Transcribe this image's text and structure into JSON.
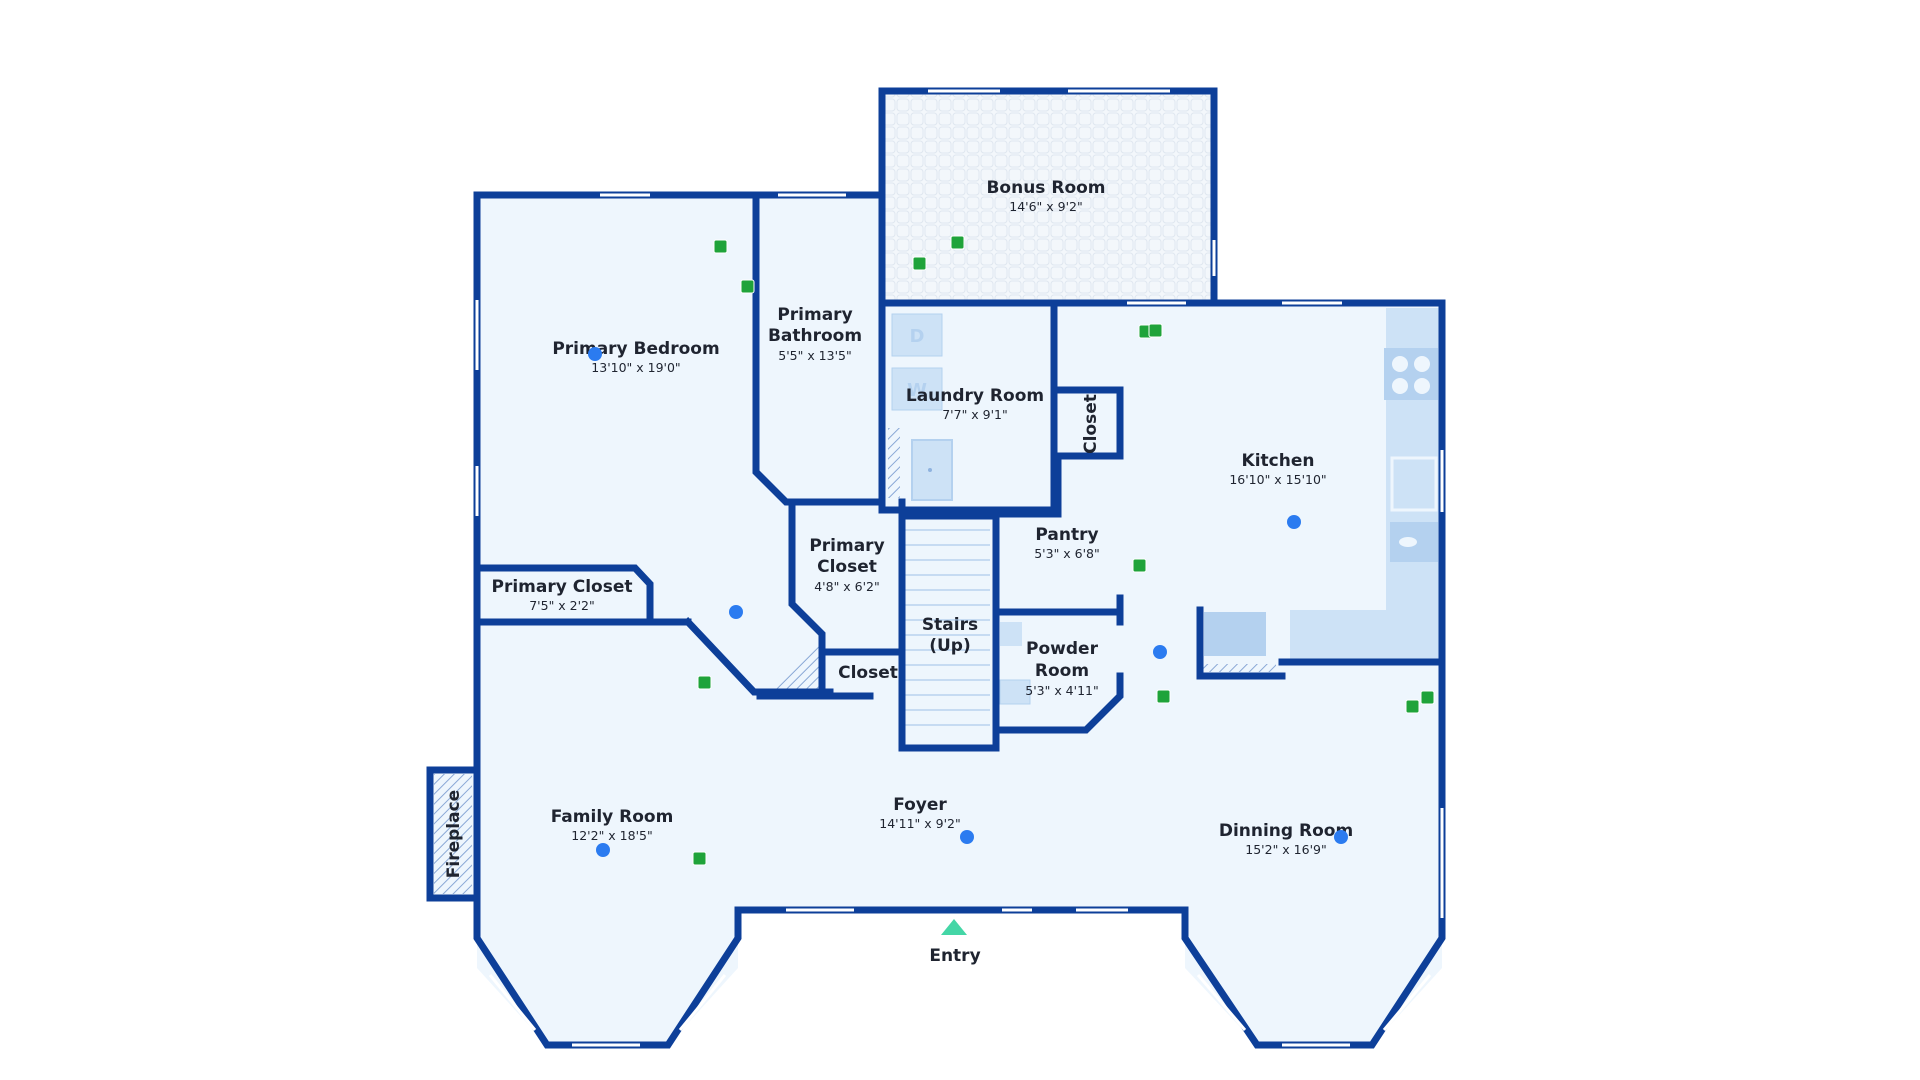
{
  "colors": {
    "wall": "#0d3f99",
    "floor": "#eef6fd",
    "fixture": "#cde2f6",
    "fixture_dark": "#b4d1ef",
    "photo_marker": "#2b7bf0",
    "camera_marker": "#1fa33a",
    "entry_marker": "#44d6a6",
    "window": "#ffffff",
    "text": "#1f2430"
  },
  "icons": {
    "photo": "blue-dot-photo-icon",
    "camera": "green-square-camera-icon",
    "entry": "triangle-entry-icon"
  },
  "rooms": {
    "bonus_room": {
      "name": "Bonus Room",
      "dim": "14'6\" x 9'2\""
    },
    "primary_bedroom": {
      "name": "Primary Bedroom",
      "dim": "13'10\" x 19'0\""
    },
    "primary_bathroom": {
      "name_1": "Primary",
      "name_2": "Bathroom",
      "dim": "5'5\" x 13'5\""
    },
    "laundry_room": {
      "name": "Laundry Room",
      "dim": "7'7\" x 9'1\""
    },
    "closet_hall": {
      "name": "Closet"
    },
    "kitchen": {
      "name": "Kitchen",
      "dim": "16'10\" x 15'10\""
    },
    "primary_closet_small": {
      "name": "Primary Closet",
      "dim": "7'5\" x 2'2\""
    },
    "primary_closet": {
      "name_1": "Primary",
      "name_2": "Closet",
      "dim": "4'8\" x 6'2\""
    },
    "pantry": {
      "name": "Pantry",
      "dim": "5'3\" x 6'8\""
    },
    "stairs": {
      "name_1": "Stairs",
      "name_2": "(Up)"
    },
    "powder_room": {
      "name_1": "Powder",
      "name_2": "Room",
      "dim": "5'3\" x 4'11\""
    },
    "closet_small": {
      "name": "Closet"
    },
    "family_room": {
      "name": "Family Room",
      "dim": "12'2\" x 18'5\""
    },
    "foyer": {
      "name": "Foyer",
      "dim": "14'11\" x 9'2\""
    },
    "dining_room": {
      "name": "Dinning Room",
      "dim": "15'2\" x 16'9\""
    },
    "fireplace": {
      "name": "Fireplace"
    }
  },
  "appliances": {
    "dryer": "D",
    "washer": "W"
  },
  "entry": {
    "label": "Entry"
  }
}
